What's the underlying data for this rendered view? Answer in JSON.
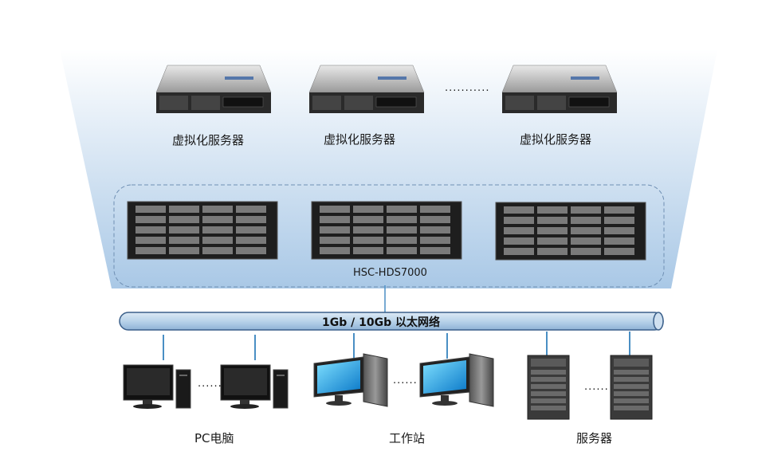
{
  "diagram": {
    "top_servers": {
      "label": "虚拟化服务器",
      "ellipsis": "..........."
    },
    "storage": {
      "label": "HSC-HDS7000"
    },
    "network": {
      "label": "1Gb / 10Gb 以太网络"
    },
    "clients": {
      "pc_label": "PC电脑",
      "workstation_label": "工作站",
      "server_label": "服务器",
      "ellipsis": "......"
    },
    "colors": {
      "gradient_top": "#ffffff",
      "gradient_bottom": "#a9c8e6",
      "bus_fill": "#b9d3ea",
      "bus_stroke": "#3a5f8a",
      "link": "#4a8fc4",
      "storage_border": "#6f8fb3"
    }
  }
}
